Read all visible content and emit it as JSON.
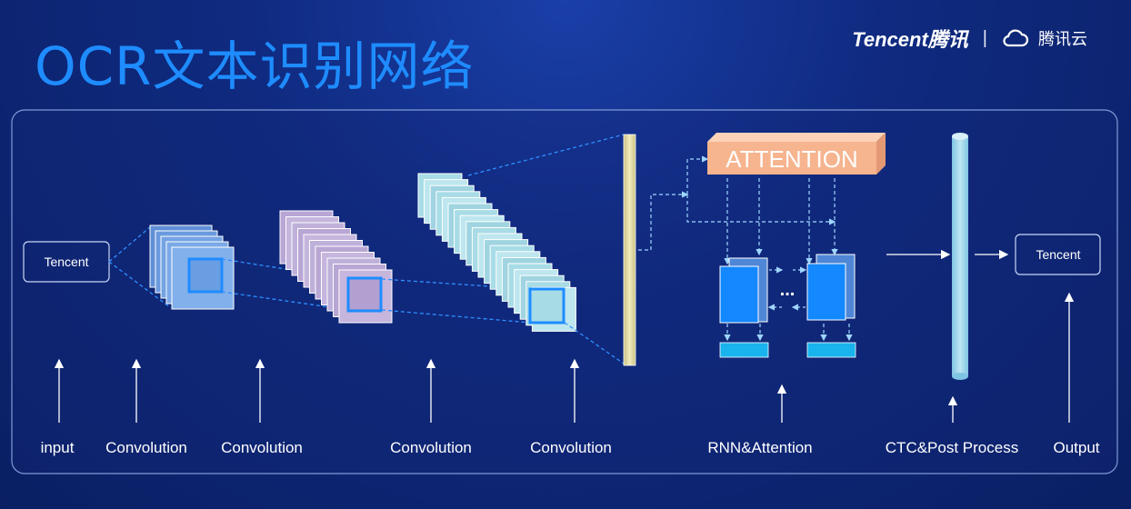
{
  "title": "OCR文本识别网络",
  "brand": {
    "name": "Tencent腾讯",
    "separator": "|",
    "cloud": "腾讯云",
    "cloud_icon": "cloud-logo-icon"
  },
  "boxes": {
    "input_text": "Tencent",
    "output_text": "Tencent",
    "attention": "ATTENTION",
    "ellipsis": "..."
  },
  "stage_labels": [
    "input",
    "Convolution",
    "Convolution",
    "Convolution",
    "Convolution",
    "RNN&Attention",
    "CTC&Post Process",
    "Output"
  ],
  "colors": {
    "accent": "#1e8cff",
    "attention": "#f6b48f",
    "bar": "#e8e0a6",
    "ctc": "#9fd0e0",
    "rnn": "#1488ff"
  }
}
